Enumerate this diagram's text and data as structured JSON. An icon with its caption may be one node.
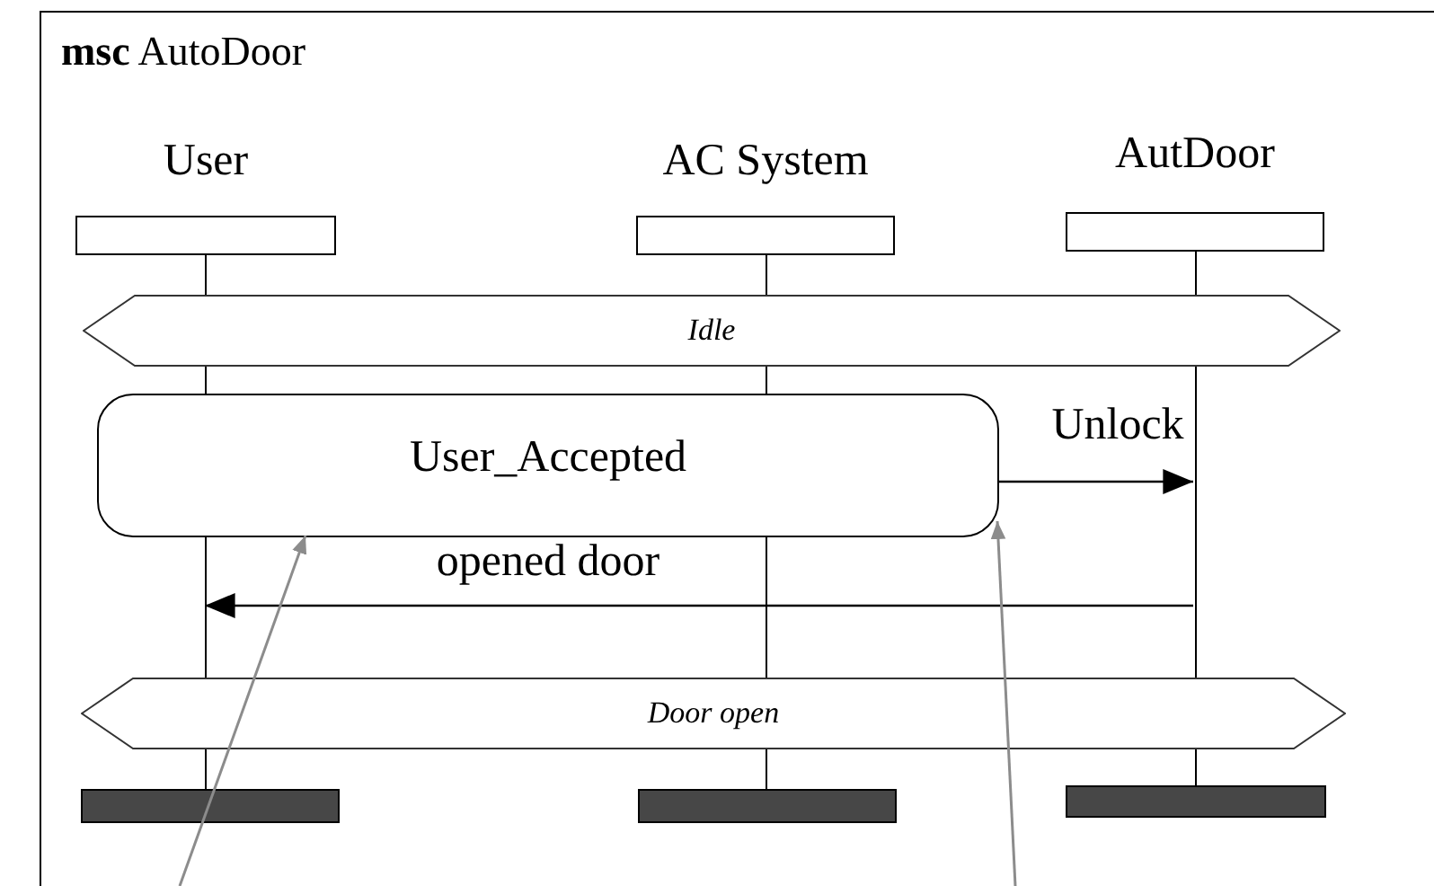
{
  "diagram": {
    "nodes": [
      {
        "text": [
          "**msc** AutoDoor"
        ]
      },
      {
        "text": [
          "User"
        ],
        "in": 0
      },
      {
        "text": [
          "AC System"
        ],
        "in": 0
      },
      {
        "text": [
          "AutDoor"
        ],
        "in": 0
      },
      {
        "text": [],
        "shape": "line",
        "in": 0
      },
      {
        "text": [],
        "shape": "line",
        "in": 0
      },
      {
        "text": [],
        "shape": "line",
        "in": 0
      },
      {
        "text": [
          "Idle"
        ],
        "in": 0
      },
      {
        "text": [
          "User_Accepted"
        ],
        "in": 0
      },
      {
        "text": [
          "Door open"
        ],
        "in": 0
      },
      {
        "text": [],
        "shape": "bar",
        "in": 0
      },
      {
        "text": [],
        "shape": "bar",
        "in": 0
      },
      {
        "text": [],
        "shape": "bar",
        "in": 0
      }
    ],
    "edges": [
      {
        "from": 8,
        "to": 6,
        "arrow": "to",
        "label": "Unlock"
      },
      {
        "from": 6,
        "to": 4,
        "arrow": "to",
        "label": "opened door"
      },
      {
        "from": null,
        "to": 8,
        "arrow": "to",
        "color": "#8c8c8c"
      },
      {
        "from": null,
        "to": 8,
        "arrow": "to",
        "color": "#8c8c8c"
      }
    ]
  }
}
